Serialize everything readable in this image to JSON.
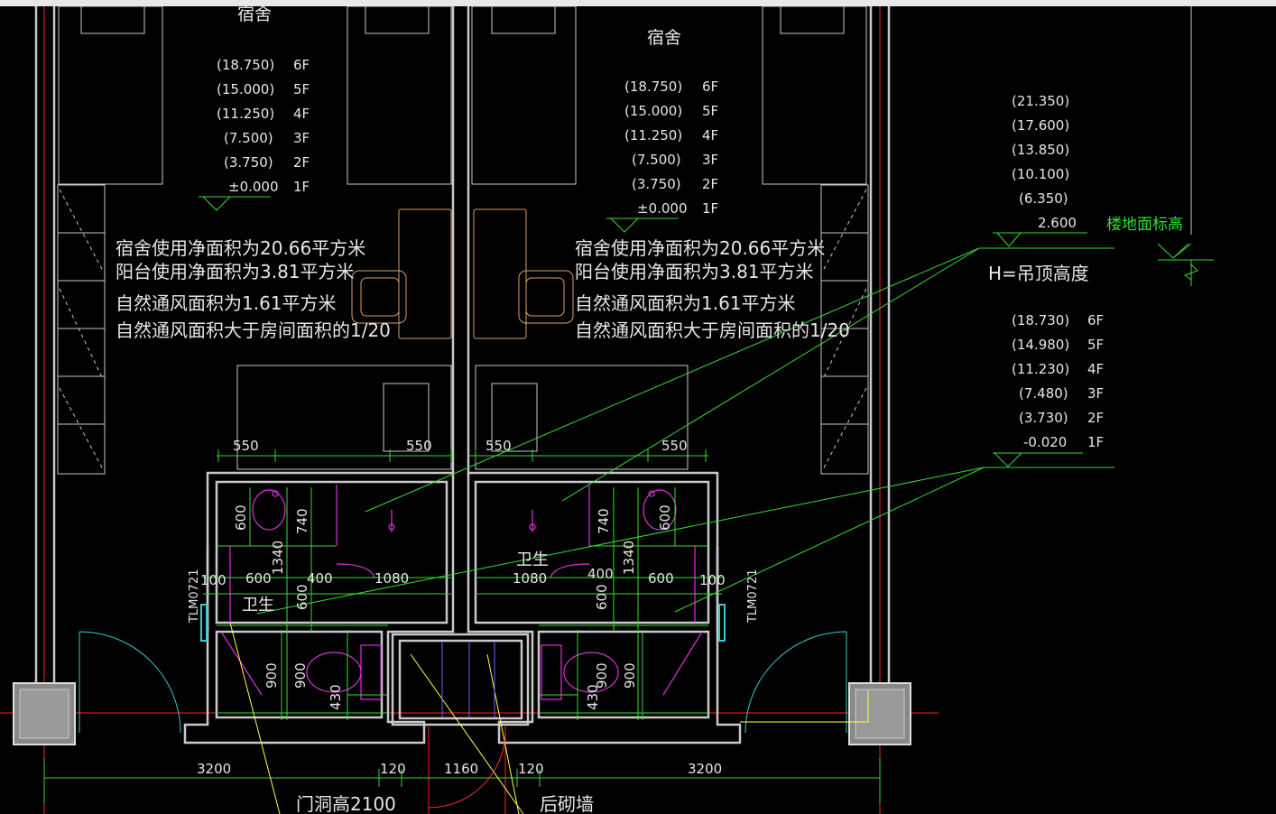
{
  "drawing": {
    "left_room": {
      "title": "宿舍",
      "elevations": [
        {
          "value": "(18.750)",
          "floor": "6F"
        },
        {
          "value": "(15.000)",
          "floor": "5F"
        },
        {
          "value": "(11.250)",
          "floor": "4F"
        },
        {
          "value": "(7.500)",
          "floor": "3F"
        },
        {
          "value": "(3.750)",
          "floor": "2F"
        },
        {
          "value": "±0.000",
          "floor": "1F"
        }
      ],
      "notes": [
        "宿舍使用净面积为20.66平方米",
        "阳台使用净面积为3.81平方米",
        "自然通风面积为1.61平方米",
        "自然通风面积大于房间面积的1/20"
      ],
      "bath_label": "卫生",
      "window_tag": "TLM0721"
    },
    "right_room": {
      "title": "宿舍",
      "elevations": [
        {
          "value": "(18.750)",
          "floor": "6F"
        },
        {
          "value": "(15.000)",
          "floor": "5F"
        },
        {
          "value": "(11.250)",
          "floor": "4F"
        },
        {
          "value": "(7.500)",
          "floor": "3F"
        },
        {
          "value": "(3.750)",
          "floor": "2F"
        },
        {
          "value": "±0.000",
          "floor": "1F"
        }
      ],
      "notes": [
        "宿舍使用净面积为20.66平方米",
        "阳台使用净面积为3.81平方米",
        "自然通风面积为1.61平方米",
        "自然通风面积大于房间面积的1/20"
      ],
      "bath_label": "卫生",
      "window_tag": "TLM0721"
    },
    "ceiling_elevations": [
      "(21.350)",
      "(17.600)",
      "(13.850)",
      "(10.100)",
      "(6.350)",
      "2.600"
    ],
    "floor_level_label": "楼地面标高",
    "ceiling_height_label": "H=吊顶高度",
    "floor_elevations": [
      {
        "value": "(18.730)",
        "floor": "6F"
      },
      {
        "value": "(14.980)",
        "floor": "5F"
      },
      {
        "value": "(11.230)",
        "floor": "4F"
      },
      {
        "value": "(7.480)",
        "floor": "3F"
      },
      {
        "value": "(3.730)",
        "floor": "2F"
      },
      {
        "value": "-0.020",
        "floor": "1F"
      }
    ],
    "dimensions": {
      "top": [
        "550",
        "550",
        "550",
        "550"
      ],
      "bath_left": {
        "v600": "600",
        "v740": "740",
        "v1340": "1340",
        "h100": "100",
        "h600": "600",
        "h400": "400",
        "h1080": "1080",
        "v600b": "600",
        "v900a": "900",
        "v900b": "900",
        "v430": "430"
      },
      "bath_right": {
        "v600": "600",
        "v740": "740",
        "v1340": "1340",
        "h100": "100",
        "h600": "600",
        "h400": "400",
        "h1080": "1080",
        "v600b": "600",
        "v900a": "900",
        "v900b": "900",
        "v430": "430"
      },
      "bottom": [
        "3200",
        "120",
        "1160",
        "120",
        "3200"
      ]
    },
    "door_height_note": "门洞高2100",
    "back_wall_note": "后砌墙",
    "colors": {
      "wall": "#c8c8c8",
      "dimension": "#33dd33",
      "fixture": "#dd33dd",
      "furniture": "#d9a066",
      "axis": "#ff2222",
      "door": "#33cccc",
      "leader": "#ffff44",
      "text": "#e6e6e6"
    }
  }
}
